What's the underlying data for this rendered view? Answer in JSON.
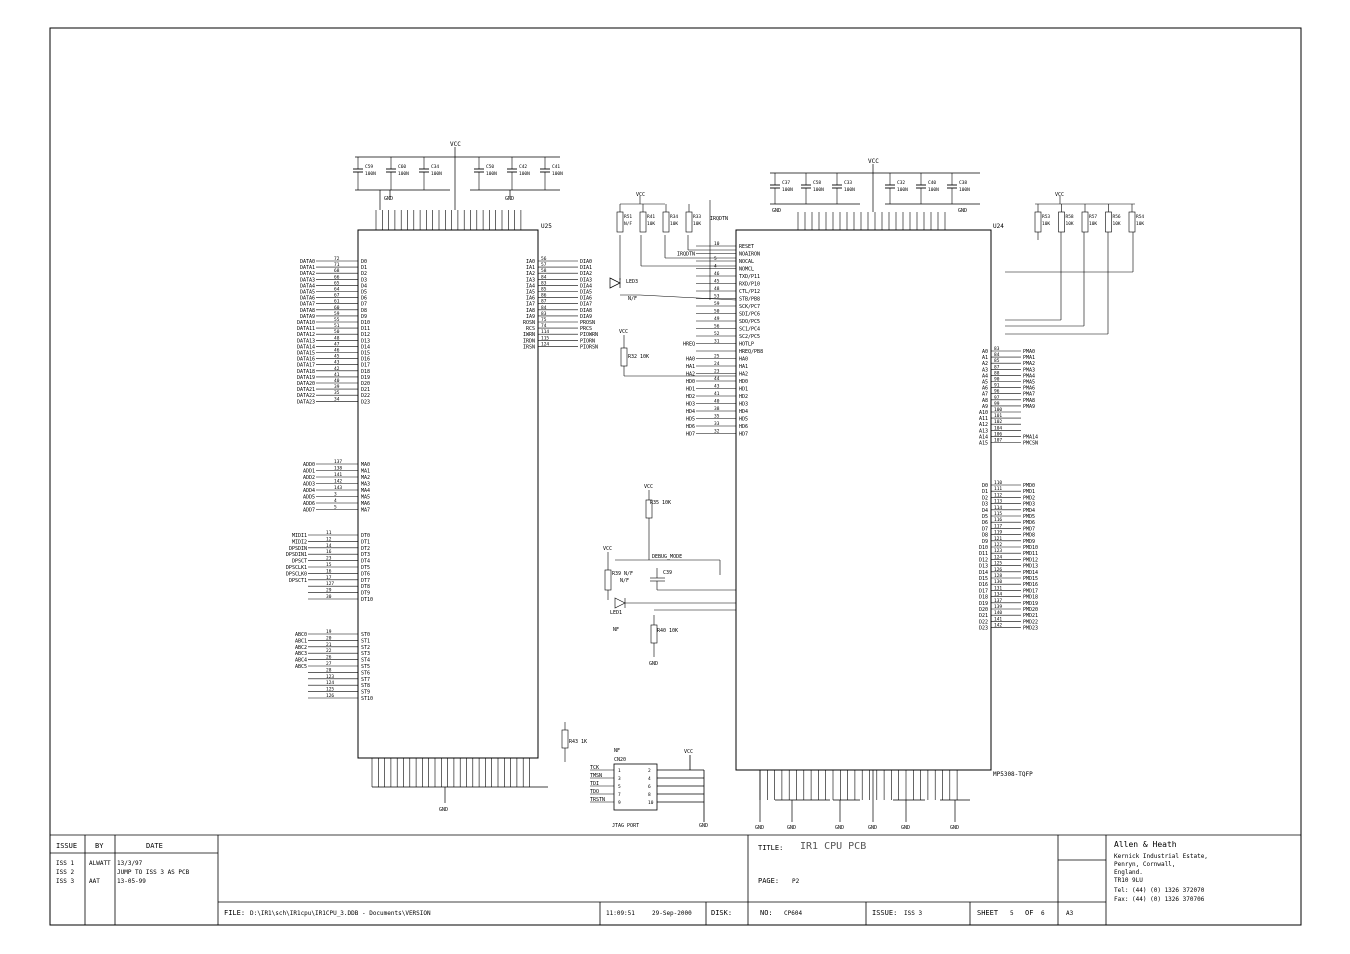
{
  "revisions": {
    "headers": [
      "ISSUE",
      "BY",
      "DATE"
    ],
    "rows": [
      {
        "issue": "ISS 1",
        "by": "ALWATT",
        "date": "13/3/97"
      },
      {
        "issue": "ISS 2",
        "by": "",
        "date": "JUMP TO ISS 3 AS PCB"
      },
      {
        "issue": "ISS 3",
        "by": "AAT",
        "date": "13-05-99"
      }
    ]
  },
  "title_block": {
    "title_label": "TITLE:",
    "title": "IR1 CPU PCB",
    "page_label": "PAGE:",
    "page": "P2",
    "file_label": "FILE:",
    "file": "D:\\IR1\\sch\\IR1cpu\\IR1CPU_3.DDB - Documents\\VERSION",
    "time": "11:09:51",
    "date": "29-Sep-2000",
    "disk_label": "DISK:",
    "no_label": "NO:",
    "no": "CP604",
    "issue_label": "ISSUE:",
    "issue": "ISS 3",
    "sheet_label": "SHEET",
    "sheet": "5",
    "of_label": "OF",
    "of": "6",
    "size": "A3"
  },
  "company": {
    "name": "Allen & Heath",
    "address": [
      "Kernick Industrial Estate,",
      "Penryn, Cornwall,",
      "England.",
      "TR10 9LU"
    ],
    "tel": "Tel: (44) (0) 1326 372070",
    "fax": "Fax: (44) (0) 1326 370706"
  },
  "parts": {
    "u25": "U25",
    "u24": "U24",
    "u24_part": "MP5308-TQFP",
    "jtag_ref": "CN20",
    "jtag_label": "JTAG PORT",
    "jtag_nf": "NF",
    "vcc": "VCC",
    "gnd": "GND",
    "caps_left": [
      {
        "ref": "C59",
        "val": "100N"
      },
      {
        "ref": "C60",
        "val": "100N"
      },
      {
        "ref": "C34",
        "val": "100N"
      },
      {
        "ref": "C50",
        "val": "100N"
      },
      {
        "ref": "C42",
        "val": "100N"
      },
      {
        "ref": "C41",
        "val": "100N"
      }
    ],
    "caps_right": [
      {
        "ref": "C37",
        "val": "100N"
      },
      {
        "ref": "C58",
        "val": "100N"
      },
      {
        "ref": "C33",
        "val": "100N"
      },
      {
        "ref": "C32",
        "val": "100N"
      },
      {
        "ref": "C40",
        "val": "100N"
      },
      {
        "ref": "C38",
        "val": "100N"
      }
    ],
    "res_top": [
      {
        "ref": "R51",
        "val": "N/F"
      },
      {
        "ref": "R41",
        "val": "10K"
      },
      {
        "ref": "R34",
        "val": "10K"
      },
      {
        "ref": "R33",
        "val": "10K"
      }
    ],
    "res_right": [
      {
        "ref": "R53",
        "val": "10K"
      },
      {
        "ref": "R58",
        "val": "10K"
      },
      {
        "ref": "R57",
        "val": "10K"
      },
      {
        "ref": "R56",
        "val": "10K"
      },
      {
        "ref": "R54",
        "val": "10K"
      }
    ],
    "r32": "R32 10K",
    "r35": "R35 10K",
    "r40": "R40 10K",
    "r39": "R39 N/F",
    "c39": "C39",
    "r43": "R43 1K",
    "led_top": "LED3",
    "led_top_nf": "N/F",
    "led_bot": "LED1",
    "led_bot_nf": "NF",
    "led_bot_nf2": "N/F",
    "irqdtn": "IRQDTN",
    "debug_mode": "DEBUG_MODE"
  },
  "u25_left_pins": [
    [
      "D0",
      "72",
      "DATA0"
    ],
    [
      "D1",
      "71",
      "DATA1"
    ],
    [
      "D2",
      "68",
      "DATA2"
    ],
    [
      "D3",
      "66",
      "DATA3"
    ],
    [
      "D4",
      "65",
      "DATA4"
    ],
    [
      "D5",
      "64",
      "DATA5"
    ],
    [
      "D6",
      "67",
      "DATA6"
    ],
    [
      "D7",
      "61",
      "DATA7"
    ],
    [
      "D8",
      "60",
      "DATA8"
    ],
    [
      "D9",
      "59",
      "DATA9"
    ],
    [
      "D10",
      "55",
      "DATA10"
    ],
    [
      "D11",
      "51",
      "DATA11"
    ],
    [
      "D12",
      "50",
      "DATA12"
    ],
    [
      "D13",
      "48",
      "DATA13"
    ],
    [
      "D14",
      "47",
      "DATA14"
    ],
    [
      "D15",
      "46",
      "DATA15"
    ],
    [
      "D16",
      "45",
      "DATA16"
    ],
    [
      "D17",
      "43",
      "DATA17"
    ],
    [
      "D18",
      "42",
      "DATA18"
    ],
    [
      "D19",
      "41",
      "DATA19"
    ],
    [
      "D20",
      "40",
      "DATA20"
    ],
    [
      "D21",
      "39",
      "DATA21"
    ],
    [
      "D22",
      "35",
      "DATA22"
    ],
    [
      "D23",
      "34",
      "DATA23"
    ]
  ],
  "u25_ma_pins": [
    [
      "MA0",
      "137",
      "ADD0"
    ],
    [
      "MA1",
      "138",
      "ADD1"
    ],
    [
      "MA2",
      "141",
      "ADD2"
    ],
    [
      "MA3",
      "142",
      "ADD3"
    ],
    [
      "MA4",
      "143",
      "ADD4"
    ],
    [
      "MA5",
      "3",
      "ADD5"
    ],
    [
      "MA6",
      "4",
      "ADD6"
    ],
    [
      "MA7",
      "5",
      "ADD7"
    ]
  ],
  "u25_dt_pins": [
    [
      "DT0",
      "11",
      "MIDI1"
    ],
    [
      "DT1",
      "12",
      "MIDI2"
    ],
    [
      "DT2",
      "14",
      "DPSDIN"
    ],
    [
      "DT3",
      "16",
      "DPSDIN1"
    ],
    [
      "DT4",
      "23",
      "DPSCT"
    ],
    [
      "DT5",
      "15",
      "DPSCLK1"
    ],
    [
      "DT6",
      "16",
      "DPSCLK0"
    ],
    [
      "DT7",
      "17",
      "DPSCT1"
    ],
    [
      "DT8",
      "127",
      ""
    ],
    [
      "DT9",
      "29",
      ""
    ],
    [
      "DT10",
      "30",
      ""
    ]
  ],
  "u25_st_pins": [
    [
      "ST0",
      "19",
      "ABC0"
    ],
    [
      "ST1",
      "20",
      "ABC1"
    ],
    [
      "ST2",
      "21",
      "ABC2"
    ],
    [
      "ST3",
      "22",
      "ABC3"
    ],
    [
      "ST4",
      "26",
      "ABC4"
    ],
    [
      "ST5",
      "27",
      "ABC5"
    ],
    [
      "ST6",
      "28",
      ""
    ],
    [
      "ST7",
      "123",
      ""
    ],
    [
      "ST8",
      "124",
      ""
    ],
    [
      "ST9",
      "125",
      ""
    ],
    [
      "ST10",
      "126",
      ""
    ]
  ],
  "u25_right_pins": [
    [
      "IA0",
      "56",
      "DIA0"
    ],
    [
      "IA1",
      "57",
      "DIA1"
    ],
    [
      "IA2",
      "58",
      "DIA2"
    ],
    [
      "IA3",
      "84",
      "DIA3"
    ],
    [
      "IA4",
      "83",
      "DIA4"
    ],
    [
      "IA5",
      "85",
      "DIA5"
    ],
    [
      "IA6",
      "86",
      "DIA6"
    ],
    [
      "IA7",
      "87",
      "DIA7"
    ],
    [
      "IA8",
      "84",
      "DIA8"
    ],
    [
      "IA9",
      "83",
      "DIA9"
    ],
    [
      "ROSN",
      "75",
      "PROSN"
    ],
    [
      "RCS",
      "74",
      "PRCS"
    ],
    [
      "IWRN",
      "114",
      "PIOWRN"
    ],
    [
      "IRDN",
      "115",
      "PIORN"
    ],
    [
      "IRSN",
      "124",
      "PIORSN"
    ]
  ],
  "u24_left_pins": [
    [
      "RESET",
      "10",
      ""
    ],
    [
      "NOAIRON",
      "",
      "IRQDTN"
    ],
    [
      "NOCAL",
      "5",
      ""
    ],
    [
      "NOMCL",
      "4",
      ""
    ],
    [
      "TXD/P11",
      "46",
      ""
    ],
    [
      "RXD/P10",
      "45",
      ""
    ],
    [
      "CTL/P12",
      "48",
      ""
    ],
    [
      "STB/PB8",
      "53",
      ""
    ],
    [
      "SCK/PC7",
      "59",
      ""
    ],
    [
      "SDI/PC6",
      "50",
      ""
    ],
    [
      "SDO/PC5",
      "49",
      ""
    ],
    [
      "SC1/PC4",
      "56",
      ""
    ],
    [
      "SC2/PC5",
      "52",
      ""
    ],
    [
      "HOTLP",
      "31",
      "HREQ"
    ],
    [
      "HREQ/PB8",
      "",
      ""
    ],
    [
      "HA0",
      "25",
      "HA0"
    ],
    [
      "HA1",
      "24",
      "HA1"
    ],
    [
      "HA2",
      "23",
      "HA2"
    ],
    [
      "HD0",
      "44",
      "HD0"
    ],
    [
      "HD1",
      "43",
      "HD1"
    ],
    [
      "HD2",
      "41",
      "HD2"
    ],
    [
      "HD3",
      "40",
      "HD3"
    ],
    [
      "HD4",
      "38",
      "HD4"
    ],
    [
      "HD5",
      "35",
      "HD5"
    ],
    [
      "HD6",
      "33",
      "HD6"
    ],
    [
      "HD7",
      "32",
      "HD7"
    ]
  ],
  "u24_right_pins": [
    [
      "A0",
      "83",
      "PMA0"
    ],
    [
      "A1",
      "84",
      "PMA1"
    ],
    [
      "A2",
      "85",
      "PMA2"
    ],
    [
      "A3",
      "87",
      "PMA3"
    ],
    [
      "A4",
      "88",
      "PMA4"
    ],
    [
      "A5",
      "90",
      "PMA5"
    ],
    [
      "A6",
      "91",
      "PMA6"
    ],
    [
      "A7",
      "96",
      "PMA7"
    ],
    [
      "A8",
      "97",
      "PMA8"
    ],
    [
      "A9",
      "99",
      "PMA9"
    ],
    [
      "A10",
      "100",
      ""
    ],
    [
      "A11",
      "101",
      ""
    ],
    [
      "A12",
      "102",
      ""
    ],
    [
      "A13",
      "104",
      ""
    ],
    [
      "A14",
      "106",
      "PMA14"
    ],
    [
      "A15",
      "107",
      "PMCSN"
    ]
  ],
  "u24_data_pins": [
    [
      "D0",
      "110",
      "PMD0"
    ],
    [
      "D1",
      "111",
      "PMD1"
    ],
    [
      "D2",
      "112",
      "PMD2"
    ],
    [
      "D3",
      "113",
      "PMD3"
    ],
    [
      "D4",
      "114",
      "PMD4"
    ],
    [
      "D5",
      "115",
      "PMD5"
    ],
    [
      "D6",
      "116",
      "PMD6"
    ],
    [
      "D7",
      "117",
      "PMD7"
    ],
    [
      "D8",
      "119",
      "PMD8"
    ],
    [
      "D9",
      "121",
      "PMD9"
    ],
    [
      "D10",
      "122",
      "PMD10"
    ],
    [
      "D11",
      "123",
      "PMD11"
    ],
    [
      "D12",
      "124",
      "PMD12"
    ],
    [
      "D13",
      "125",
      "PMD13"
    ],
    [
      "D14",
      "126",
      "PMD14"
    ],
    [
      "D15",
      "128",
      "PMD15"
    ],
    [
      "D16",
      "130",
      "PMD16"
    ],
    [
      "D17",
      "131",
      "PMD17"
    ],
    [
      "D18",
      "134",
      "PMD18"
    ],
    [
      "D19",
      "137",
      "PMD19"
    ],
    [
      "D20",
      "139",
      "PMD20"
    ],
    [
      "D21",
      "140",
      "PMD21"
    ],
    [
      "D22",
      "141",
      "PMD22"
    ],
    [
      "D23",
      "142",
      "PMD23"
    ]
  ],
  "jtag_pins": [
    [
      "TCK",
      "1",
      "2"
    ],
    [
      "TMSN",
      "3",
      "4"
    ],
    [
      "TDI",
      "5",
      "6"
    ],
    [
      "TDO",
      "7",
      "8"
    ],
    [
      "TRSTN",
      "9",
      "10"
    ]
  ]
}
